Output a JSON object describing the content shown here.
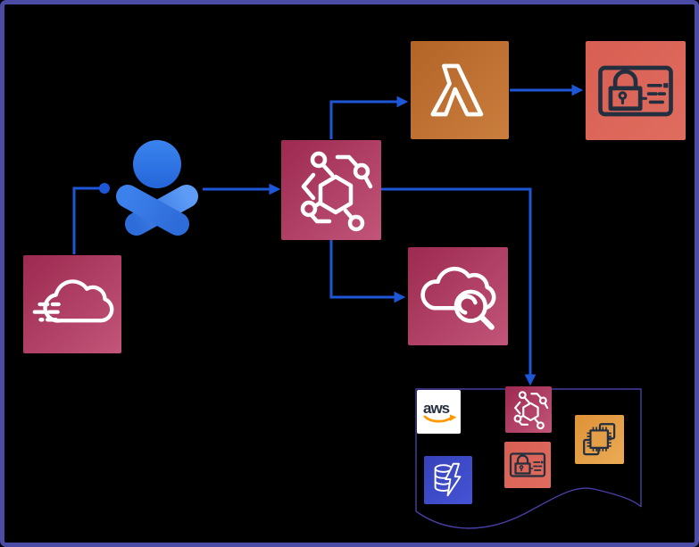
{
  "theme": {
    "canvas-bg": "#000000",
    "border-color": "#4C4CA6",
    "connector-color": "#1E56D8",
    "group-outline-color": "#473FA4"
  },
  "aws_logo": {
    "text": "aws",
    "text_color": "#252F3E",
    "smile_color": "#FF9900"
  },
  "diagram": {
    "nodes": [
      {
        "id": "cloud-service",
        "icon": "cloud-speed-lines-icon",
        "fill": "#A93159",
        "icon_stroke": "#FFFFFF"
      },
      {
        "id": "user-identity",
        "icon": "user-shield-icon",
        "fill": "#2E77E3"
      },
      {
        "id": "event-bus",
        "icon": "hexagon-network-icon",
        "fill": "#AC3A60",
        "icon_stroke": "#FFFFFF"
      },
      {
        "id": "serverless-function",
        "icon": "lambda-icon",
        "fill": "#BE6E33",
        "icon_stroke": "#FFFFFF"
      },
      {
        "id": "secure-credentials",
        "icon": "lock-card-icon",
        "fill": "#D96459",
        "icon_stroke": "#232F3E"
      },
      {
        "id": "cloud-monitoring",
        "icon": "cloud-magnifier-icon",
        "fill": "#AC3A60",
        "icon_stroke": "#FFFFFF"
      },
      {
        "id": "aws-cloud-group-logo",
        "icon": "aws-logo",
        "fill": "#FFFFFF"
      },
      {
        "id": "event-bus-small",
        "icon": "hexagon-network-icon",
        "fill": "#AC3A60",
        "icon_stroke": "#FFFFFF"
      },
      {
        "id": "compute-chip",
        "icon": "chip-frames-icon",
        "fill": "#E29D45",
        "icon_stroke": "#232F3E"
      },
      {
        "id": "secure-credentials-small",
        "icon": "lock-card-icon",
        "fill": "#D96459",
        "icon_stroke": "#232F3E"
      },
      {
        "id": "database-accelerator",
        "icon": "database-lightning-icon",
        "fill": "#3C4AC6",
        "icon_stroke": "#FFFFFF"
      }
    ],
    "connections": [
      {
        "from": "cloud-service",
        "to": "user-identity",
        "style": "plain-with-dot"
      },
      {
        "from": "user-identity",
        "to": "event-bus",
        "style": "arrow"
      },
      {
        "from": "event-bus",
        "to": "serverless-function",
        "style": "arrow"
      },
      {
        "from": "serverless-function",
        "to": "secure-credentials",
        "style": "arrow"
      },
      {
        "from": "event-bus",
        "to": "cloud-monitoring",
        "style": "arrow"
      },
      {
        "from": "event-bus",
        "to": "event-bus-small",
        "style": "arrow"
      }
    ],
    "group": {
      "style": "wavy-bottom-rectangle",
      "outline": "#473FA4"
    }
  }
}
